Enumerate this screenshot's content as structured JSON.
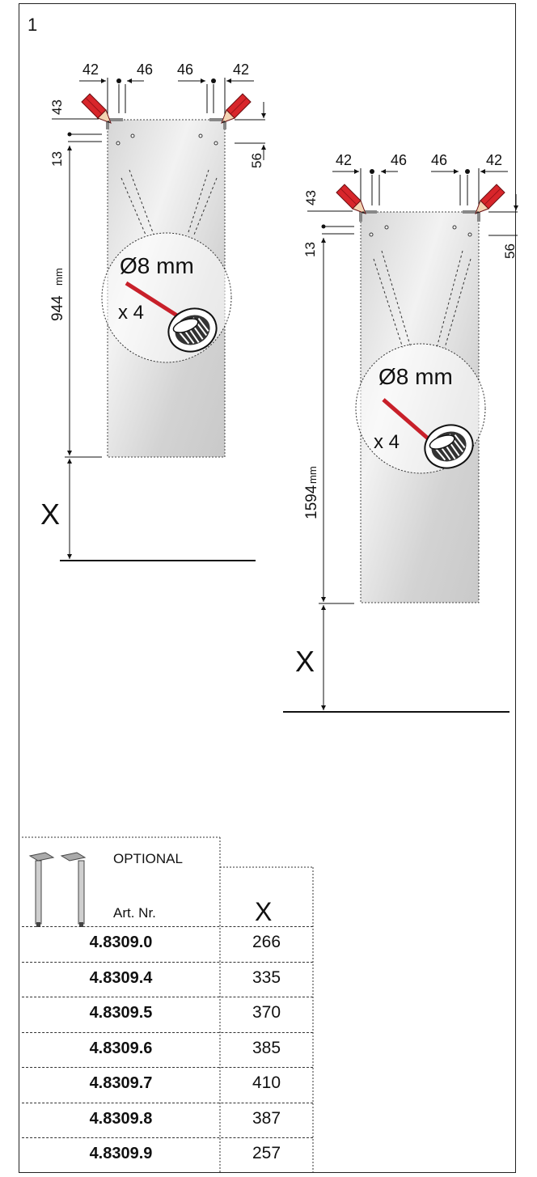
{
  "step_number": "1",
  "panel_short": {
    "dims_top": [
      "42",
      "46",
      "46",
      "42"
    ],
    "dim_left_top": "43",
    "dim_left_hole": "13",
    "dim_right_hole": "56",
    "height_value": "944",
    "height_unit": "mm",
    "drill_size": "Ø8 mm",
    "drill_count": "x 4",
    "floor_label": "X"
  },
  "panel_tall": {
    "dims_top": [
      "42",
      "46",
      "46",
      "42"
    ],
    "dim_left_top": "43",
    "dim_left_hole": "13",
    "dim_right_hole": "56",
    "height_value": "1594",
    "height_unit": "mm",
    "drill_size": "Ø8 mm",
    "drill_count": "x 4",
    "floor_label": "X"
  },
  "options_table": {
    "title": "OPTIONAL",
    "article_header": "Art. Nr.",
    "x_header": "X",
    "rows": [
      {
        "article": "4.8309.0",
        "x": "266"
      },
      {
        "article": "4.8309.4",
        "x": "335"
      },
      {
        "article": "4.8309.5",
        "x": "370"
      },
      {
        "article": "4.8309.6",
        "x": "385"
      },
      {
        "article": "4.8309.7",
        "x": "410"
      },
      {
        "article": "4.8309.8",
        "x": "387"
      },
      {
        "article": "4.8309.9",
        "x": "257"
      }
    ]
  },
  "colors": {
    "pencil": "#d8262b",
    "drill_bit": "#c8202a",
    "panel_fill": "#d9d9d9",
    "bracket": "#8a8a8a"
  }
}
